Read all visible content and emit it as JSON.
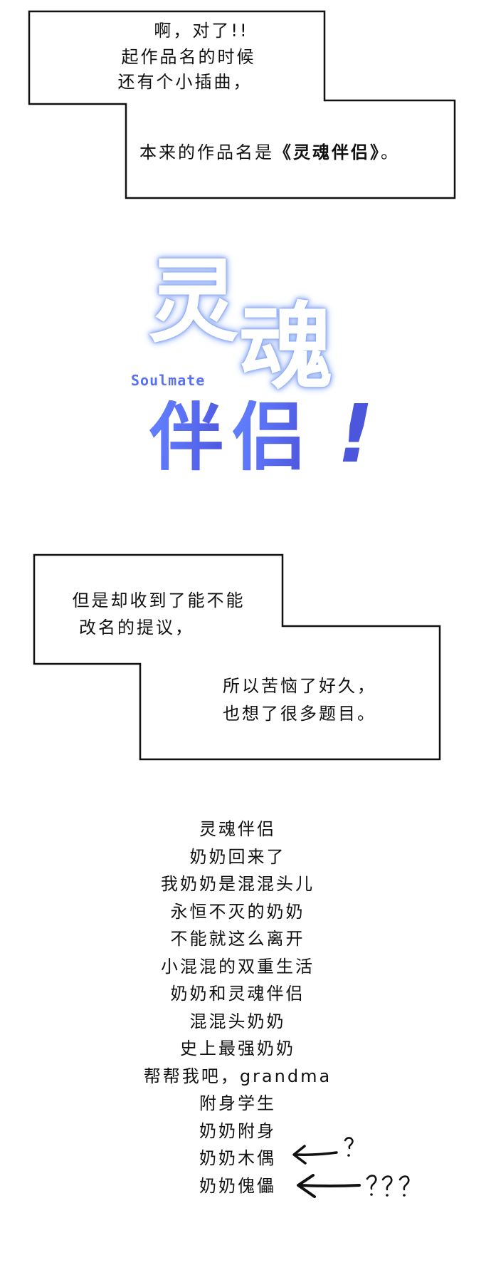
{
  "panel1": {
    "bubble_top_lines": [
      "啊，对了!!",
      "起作品名的时候",
      "还有个小插曲，"
    ],
    "bubble_bottom_prefix": "本来的作品名是",
    "bubble_bottom_title": "《灵魂伴侣》",
    "bubble_bottom_suffix": "。"
  },
  "logo": {
    "char1": "灵",
    "char2": "魂",
    "char3": "伴",
    "char4": "侣",
    "exclaim": "!",
    "subtitle": "Soulmate",
    "colors": {
      "glow": "#8fb0f0",
      "gradient_start": "#6382ff",
      "gradient_end": "#4c54dc",
      "subtitle": "#5a72f0"
    }
  },
  "panel2": {
    "bubble_top_lines": [
      "但是却收到了能不能",
      "改名的提议，"
    ],
    "bubble_bottom_lines": [
      "所以苦恼了好久，",
      "也想了很多题目。"
    ]
  },
  "title_list": {
    "items": [
      "灵魂伴侣",
      "奶奶回来了",
      "我奶奶是混混头儿",
      "永恒不灭的奶奶",
      "不能就这么离开",
      "小混混的双重生活",
      "奶奶和灵魂伴侣",
      "混混头奶奶",
      "史上最强奶奶",
      "帮帮我吧，grandma",
      "附身学生",
      "奶奶附身",
      "奶奶木偶",
      "奶奶傀儡"
    ],
    "annotations": [
      {
        "target_index": 12,
        "arrow": "left-arrow",
        "mark": "?"
      },
      {
        "target_index": 13,
        "arrow": "left-arrow",
        "mark": "???"
      }
    ]
  }
}
